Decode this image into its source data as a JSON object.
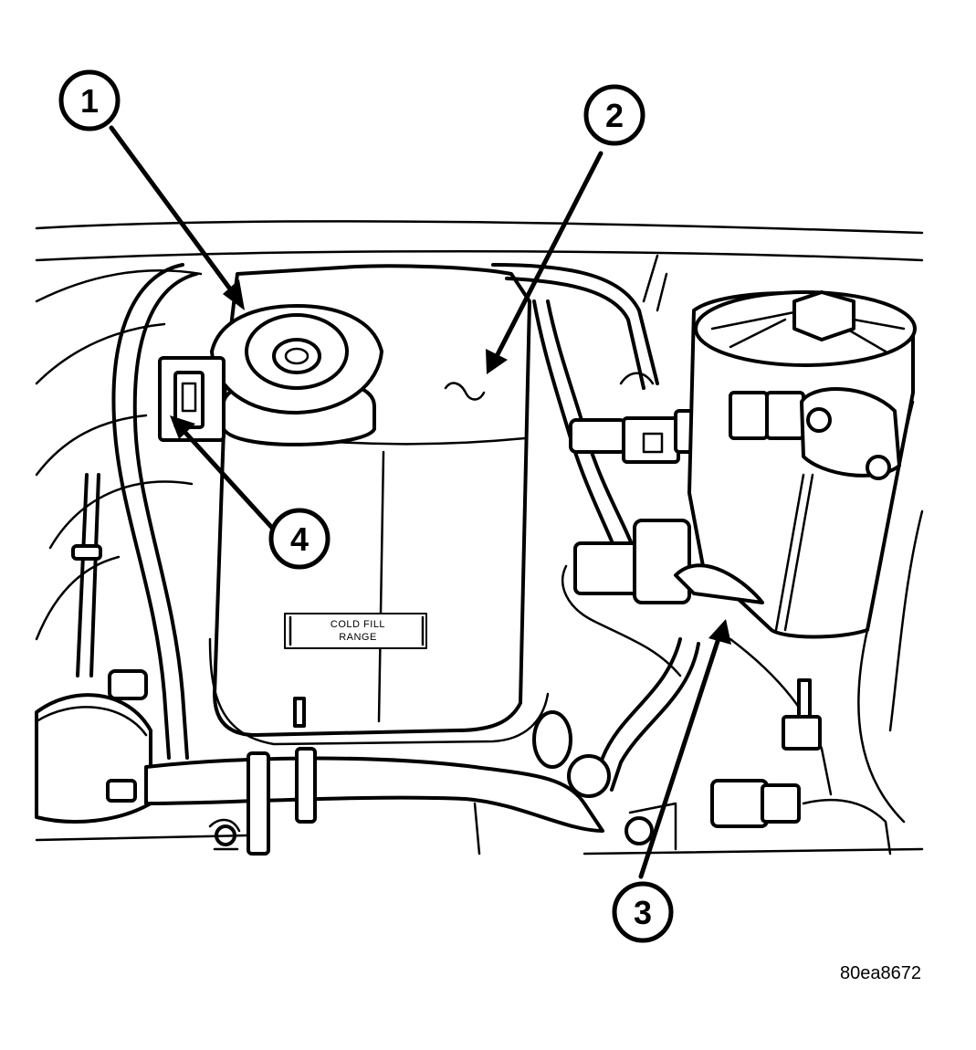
{
  "figure": {
    "reference_code": "80ea8672",
    "decal": {
      "line1": "COLD FILL",
      "line2": "RANGE"
    }
  },
  "callouts": [
    {
      "number": "1"
    },
    {
      "number": "2"
    },
    {
      "number": "3"
    },
    {
      "number": "4"
    }
  ]
}
